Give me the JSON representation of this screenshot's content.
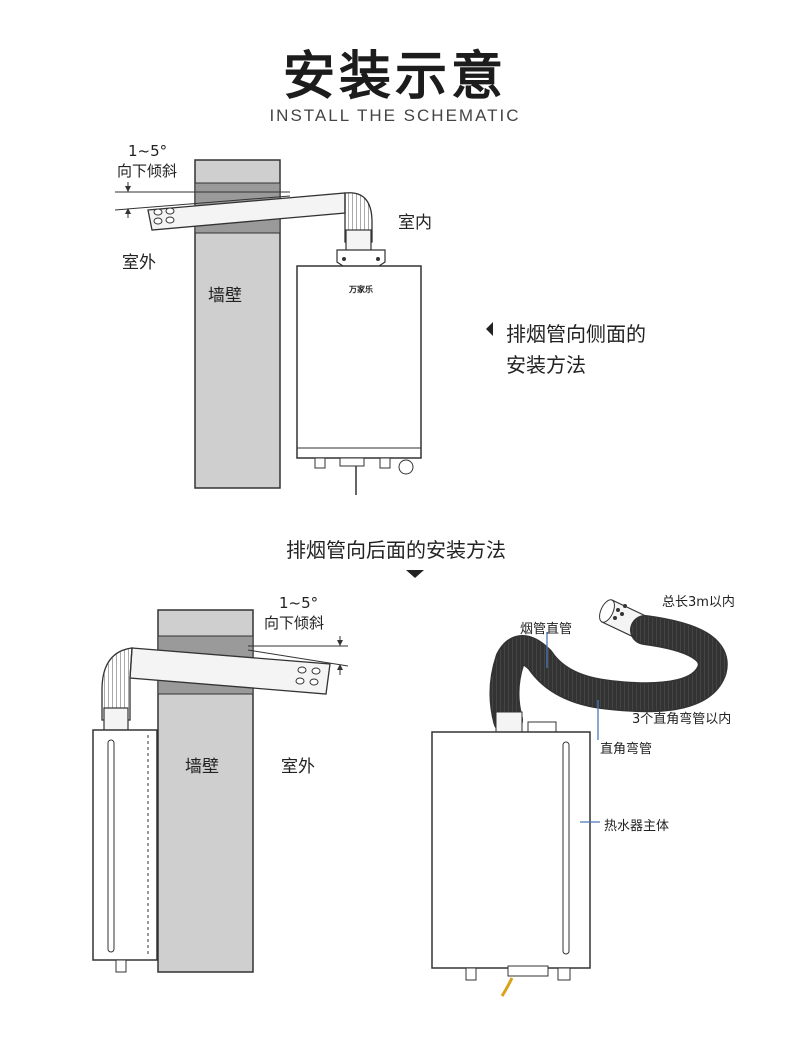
{
  "header": {
    "title": "安装示意",
    "subtitle": "INSTALL THE SCHEMATIC"
  },
  "side_diagram": {
    "tilt_angle": "1~5°",
    "tilt_text": "向下倾斜",
    "outdoor_label": "室外",
    "indoor_label": "室内",
    "wall_label": "墙壁",
    "brand_mark": "万家乐",
    "caption_line1": "排烟管向侧面的",
    "caption_line2": "安装方法"
  },
  "rear_section": {
    "heading": "排烟管向后面的安装方法"
  },
  "rear_diagram": {
    "tilt_angle": "1~5°",
    "tilt_text": "向下倾斜",
    "wall_label": "墙壁",
    "outdoor_label": "室外"
  },
  "assembly_diagram": {
    "total_length": "总长3m以内",
    "straight_pipe": "烟管直管",
    "elbow_count": "3个直角弯管以内",
    "elbow_pipe": "直角弯管",
    "heater_body": "热水器主体"
  },
  "colors": {
    "wall_gray": "#cfcfcf",
    "wall_dark": "#999999",
    "line": "#333333",
    "accent_blue": "#4a78b8"
  }
}
